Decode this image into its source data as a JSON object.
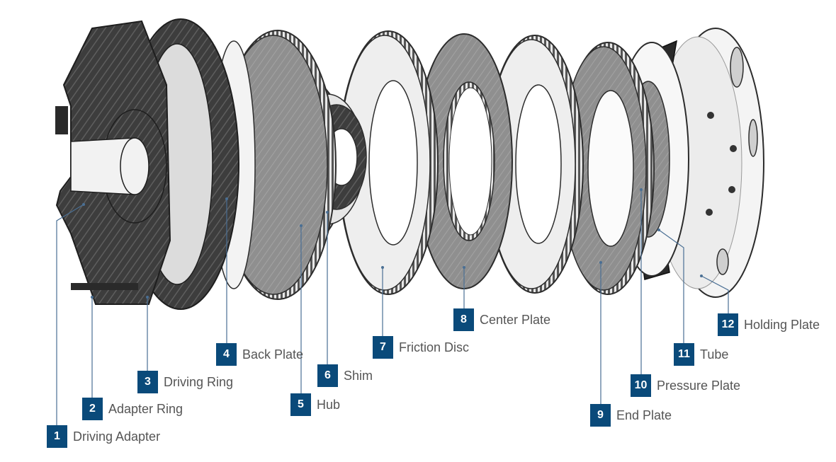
{
  "colors": {
    "badge": "#0a4a7a",
    "label_text": "#555555",
    "leader_line": "#4a6f94",
    "dark_part": "#3a3a3a",
    "gray_part": "#8e8e8e",
    "light_part": "#f2f2f2",
    "outline": "#2c2c2c"
  },
  "components": [
    {
      "number": "1",
      "label": "Driving Adapter"
    },
    {
      "number": "2",
      "label": "Adapter Ring"
    },
    {
      "number": "3",
      "label": "Driving Ring"
    },
    {
      "number": "4",
      "label": "Back Plate"
    },
    {
      "number": "5",
      "label": "Hub"
    },
    {
      "number": "6",
      "label": "Shim"
    },
    {
      "number": "7",
      "label": "Friction Disc"
    },
    {
      "number": "8",
      "label": "Center Plate"
    },
    {
      "number": "9",
      "label": "End Plate"
    },
    {
      "number": "10",
      "label": "Pressure Plate"
    },
    {
      "number": "11",
      "label": "Tube"
    },
    {
      "number": "12",
      "label": "Holding Plate"
    }
  ]
}
